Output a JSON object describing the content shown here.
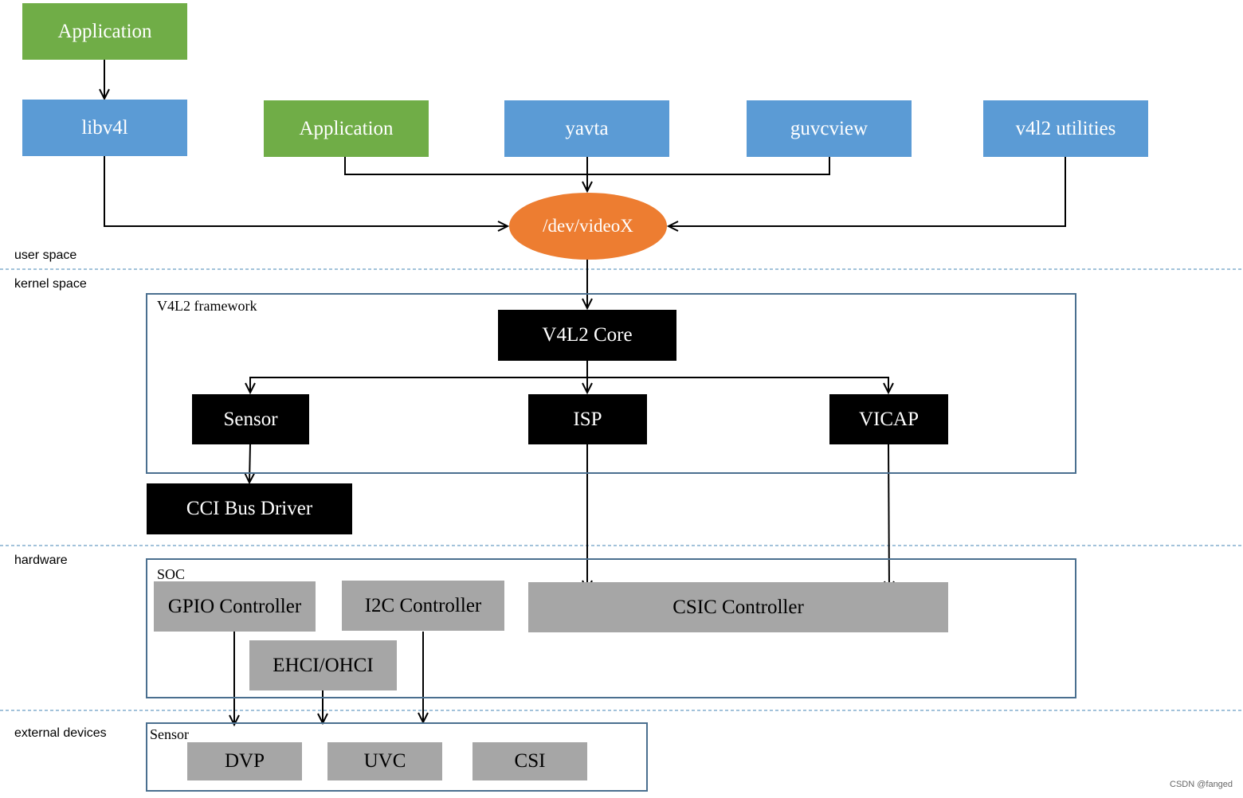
{
  "regions": {
    "user_space": "user space",
    "kernel_space": "kernel space",
    "hardware": "hardware",
    "external_devices": "external devices"
  },
  "user_space": {
    "application_top": "Application",
    "libv4l": "libv4l",
    "application": "Application",
    "yavta": "yavta",
    "guvcview": "guvcview",
    "v4l2_utilities": "v4l2 utilities",
    "dev_video": "/dev/videoX"
  },
  "kernel_space": {
    "framework_label": "V4L2 framework",
    "v4l2_core": "V4L2 Core",
    "sensor": "Sensor",
    "isp": "ISP",
    "vicap": "VICAP",
    "cci_bus_driver": "CCI Bus Driver"
  },
  "hardware": {
    "soc_label": "SOC",
    "gpio_controller": "GPIO Controller",
    "i2c_controller": "I2C Controller",
    "csic_controller": "CSIC Controller",
    "ehci_ohci": "EHCI/OHCI"
  },
  "external": {
    "sensor_label": "Sensor",
    "dvp": "DVP",
    "uvc": "UVC",
    "csi": "CSI"
  },
  "watermark_text": "CSDN @fanged",
  "colors": {
    "green": "#70ad47",
    "blue": "#5b9bd5",
    "orange": "#ed7d31",
    "black": "#000000",
    "gray": "#a6a6a6",
    "frame_border": "#4a6f8f",
    "divider": "#6a9ec4"
  }
}
